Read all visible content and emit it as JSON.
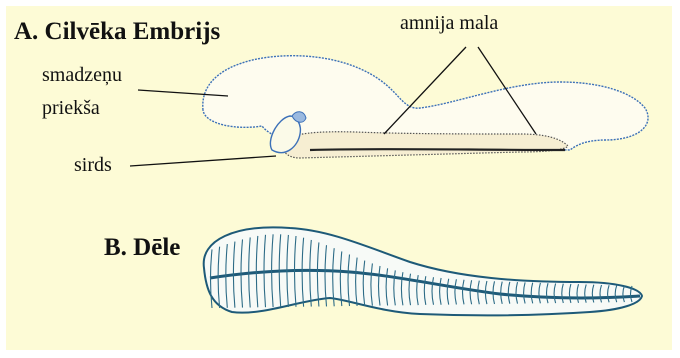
{
  "labels": {
    "title_a": "A. Cilvēka Embrijs",
    "amnion_edge": "amnija mala",
    "forebrain_line1": "smadzeņu",
    "forebrain_line2": "priekša",
    "heart": "sirds",
    "title_b": "B. Dēle"
  },
  "colors": {
    "background": "#fdfbd6",
    "outline": "#3c70b8",
    "leech_outline": "#1e5a78",
    "text": "#111111"
  }
}
